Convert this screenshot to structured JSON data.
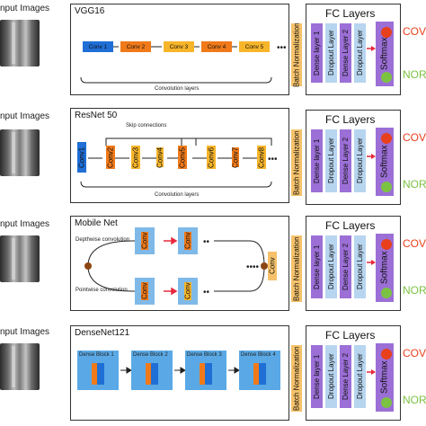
{
  "rows": [
    {
      "input_label": "nput Images",
      "model": "VGG16",
      "fc_title": "FC Layers",
      "caption": "Convolution layers",
      "blocks": [
        "Conv 1",
        "Conv 2",
        "Conv 3",
        "Conv 4",
        "Conv 5"
      ],
      "outputs": [
        "COVI",
        "NOR"
      ]
    },
    {
      "input_label": "nput Images",
      "model": "ResNet 50",
      "fc_title": "FC Layers",
      "caption": "Convolution layers",
      "skip_label": "Skip connections",
      "blocks": [
        "Conv1",
        "Conv2",
        "Conv3",
        "Conv4",
        "Conv5",
        "Conv6",
        "Conv7",
        "Conv8"
      ],
      "outputs": [
        "COVI",
        "NOR"
      ]
    },
    {
      "input_label": "nput Images",
      "model": "Mobile Net",
      "fc_title": "FC Layers",
      "depthwise_label": "Depthwise convolution",
      "pointwise_label": "Pointwise convolution",
      "blocks": [
        "Conv",
        "Conv",
        "Conv",
        "Conv",
        "Conv"
      ],
      "outputs": [
        "COVI",
        "NOR"
      ]
    },
    {
      "input_label": "nput Images",
      "model": "DenseNet121",
      "fc_title": "FC Layers",
      "blocks": [
        "Dense Block 1",
        "Dense Block 2",
        "Dense Block 3",
        "Dense Block 4"
      ],
      "outputs": [
        "COVI",
        "NOR"
      ]
    }
  ],
  "fc_layers": [
    "Batch Normalization",
    "Dense layer 1",
    "Dropout Layer",
    "Dense Layer 2",
    "Dropout Layer",
    "Softmax"
  ],
  "colors": {
    "input_conv": "#1f6fd6",
    "conv_orange": "#f07a1a",
    "conv_yellow": "#f7b52a",
    "batchnorm": "#f5c26b",
    "dense": "#9b6fd6",
    "dropout": "#b7d5ef",
    "softmax": "#9b6fd6",
    "dense_block": "#5aa9e6",
    "arrow_red": "#e8283c",
    "covid": "#e8401c",
    "normal": "#7cc242"
  }
}
